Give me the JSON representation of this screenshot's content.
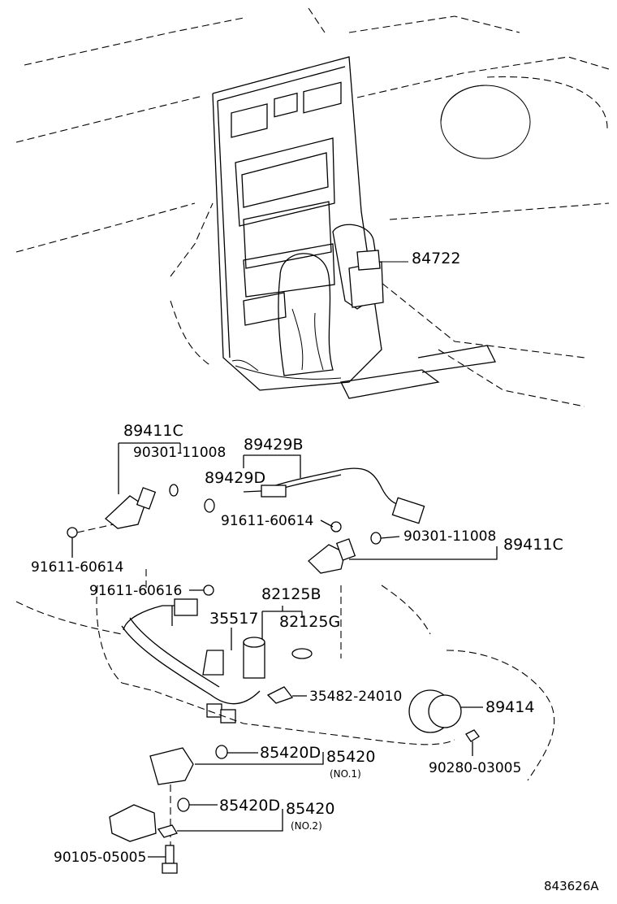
{
  "callouts": {
    "shift_lever_part": "84722",
    "cam_sensor_left": "89411C",
    "bolt_left_upper": "90301-11008",
    "sensor_harness": "89429B",
    "harness_seal": "89429D",
    "bolt_mid_upper": "91611-60614",
    "bolt_right": "90301-11008",
    "cam_sensor_right": "89411C",
    "bolt_left_lower": "91611-60614",
    "bolt_mid_lower": "91611-60616",
    "switch_assy": "82125B",
    "bracket": "35517",
    "grommet": "82125G",
    "clip": "35482-24010",
    "rotor": "89414",
    "oring_upper": "85420D",
    "valve_upper": "85420",
    "valve_upper_note": "(NO.1)",
    "screw_rotor": "90280-03005",
    "oring_lower": "85420D",
    "valve_lower": "85420",
    "valve_lower_note": "(NO.2)",
    "bolt_bottom": "90105-05005"
  },
  "figure_ref": "843626A",
  "colors": {
    "ink": "#000000",
    "paper": "#ffffff"
  }
}
